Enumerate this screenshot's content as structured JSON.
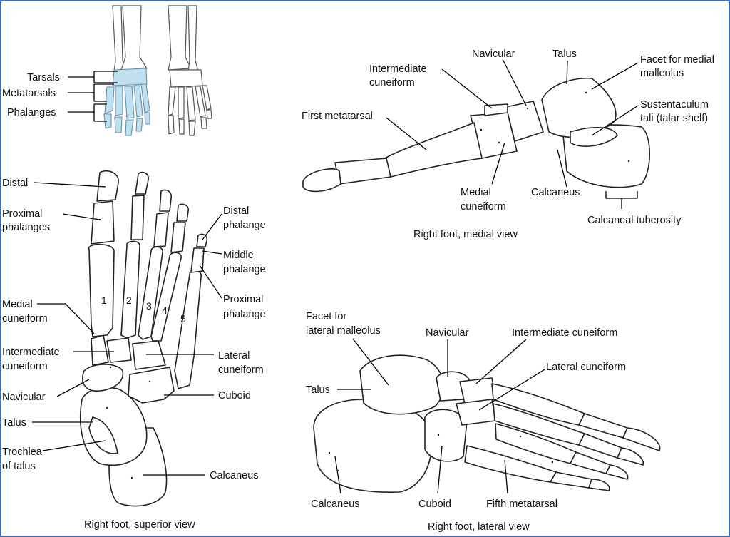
{
  "overview": {
    "tarsals": "Tarsals",
    "metatarsals": "Metatarsals",
    "phalanges": "Phalanges"
  },
  "superior": {
    "caption": "Right foot, superior view",
    "distal": "Distal",
    "proximal_phalanges_1": "Proximal",
    "proximal_phalanges_2": "phalanges",
    "distal_phalange_1": "Distal",
    "distal_phalange_2": "phalange",
    "middle_phalange_1": "Middle",
    "middle_phalange_2": "phalange",
    "proximal_phalange_1": "Proximal",
    "proximal_phalange_2": "phalange",
    "medial_cuneiform_1": "Medial",
    "medial_cuneiform_2": "cuneiform",
    "intermediate_cuneiform_1": "Intermediate",
    "intermediate_cuneiform_2": "cuneiform",
    "lateral_cuneiform_1": "Lateral",
    "lateral_cuneiform_2": "cuneiform",
    "navicular": "Navicular",
    "cuboid": "Cuboid",
    "talus": "Talus",
    "trochlea_1": "Trochlea",
    "trochlea_2": "of talus",
    "calcaneus": "Calcaneus",
    "numbers": [
      "1",
      "2",
      "3",
      "4",
      "5"
    ]
  },
  "medial": {
    "caption": "Right foot, medial view",
    "navicular": "Navicular",
    "talus": "Talus",
    "facet_1": "Facet for medial",
    "facet_2": "malleolus",
    "intermediate_1": "Intermediate",
    "intermediate_2": "cuneiform",
    "first_metatarsal": "First metatarsal",
    "sustentaculum_1": "Sustentaculum",
    "sustentaculum_2": "tali (talar shelf)",
    "medial_cuneiform_1": "Medial",
    "medial_cuneiform_2": "cuneiform",
    "calcaneus": "Calcaneus",
    "calcaneal_tuberosity": "Calcaneal tuberosity"
  },
  "lateral": {
    "caption": "Right foot, lateral view",
    "facet_1": "Facet for",
    "facet_2": "lateral malleolus",
    "navicular": "Navicular",
    "intermediate_cuneiform": "Intermediate cuneiform",
    "lateral_cuneiform": "Lateral cuneiform",
    "talus": "Talus",
    "calcaneus": "Calcaneus",
    "cuboid": "Cuboid",
    "fifth_metatarsal": "Fifth metatarsal"
  }
}
